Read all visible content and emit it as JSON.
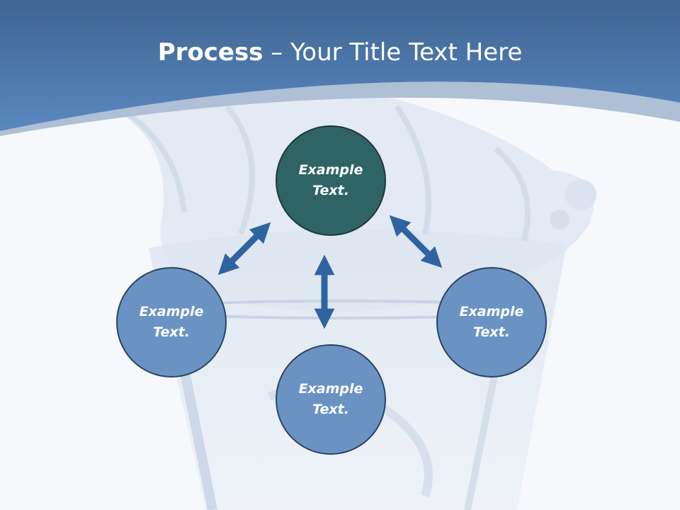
{
  "header": {
    "title_bold": "Process",
    "title_rest": " – Your Title Text Here"
  },
  "diagram": {
    "nodes": [
      {
        "id": "top",
        "label_line1": "Example",
        "label_line2": "Text."
      },
      {
        "id": "left",
        "label_line1": "Example",
        "label_line2": "Text."
      },
      {
        "id": "bottom",
        "label_line1": "Example",
        "label_line2": "Text."
      },
      {
        "id": "right",
        "label_line1": "Example",
        "label_line2": "Text."
      }
    ]
  },
  "colors": {
    "header_blue": "#4a7ab5",
    "center_node": "#2f6465",
    "outer_node": "#6a93c4",
    "arrow": "#2f64a0"
  }
}
